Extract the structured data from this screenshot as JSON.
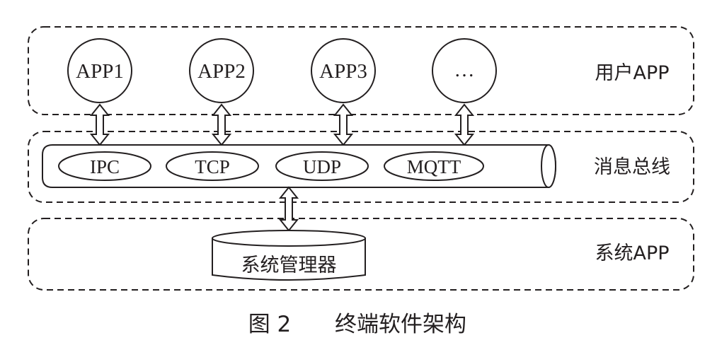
{
  "layers": [
    {
      "label": "用户APP"
    },
    {
      "label": "消息总线"
    },
    {
      "label": "系统APP"
    }
  ],
  "apps": [
    "APP1",
    "APP2",
    "APP3",
    "…"
  ],
  "protocols": [
    "IPC",
    "TCP",
    "UDP",
    "MQTT"
  ],
  "system_manager": "系统管理器",
  "caption": {
    "number": "图 2",
    "title": "终端软件架构"
  }
}
